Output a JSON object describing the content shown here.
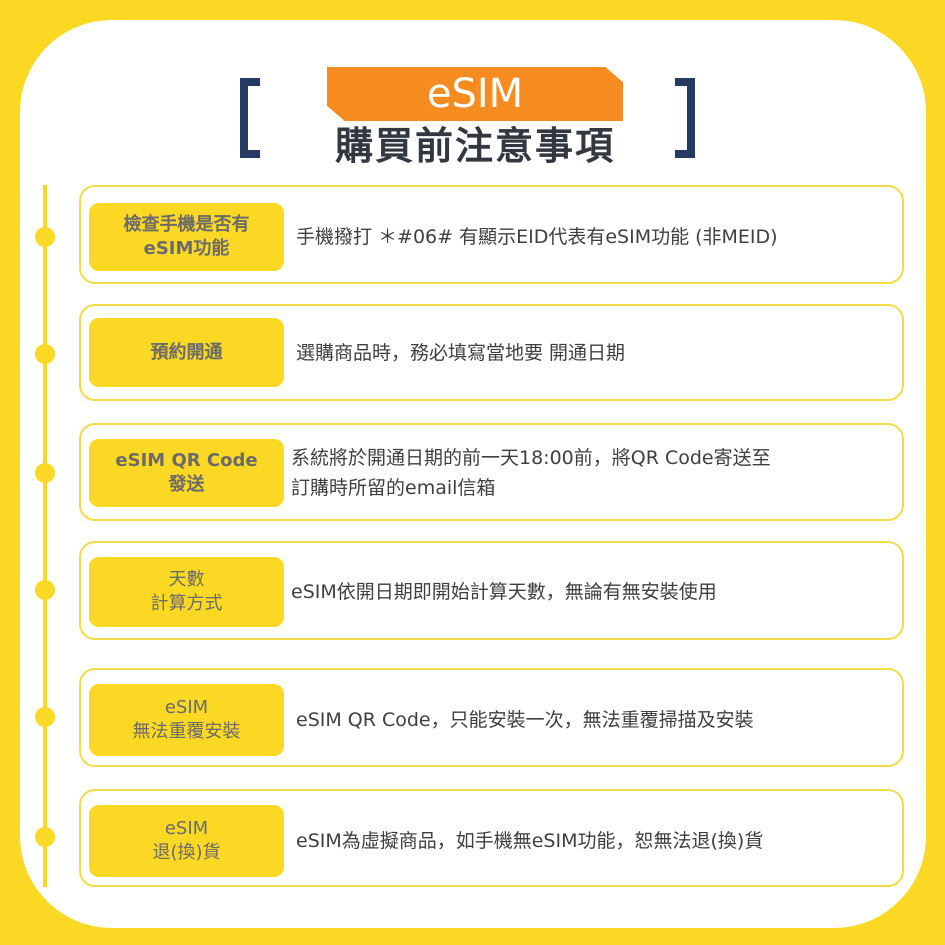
{
  "header": {
    "tag": "eSIM",
    "title": "購買前注意事項",
    "bracket_color": "#233A63",
    "tag_color": "#F68B1F"
  },
  "theme": {
    "background": "#FBD824",
    "card_border": "#F5DA4A",
    "label_bg": "#FBD824"
  },
  "items": [
    {
      "label_line1": "檢查手機是否有",
      "label_line2": "eSIM功能",
      "desc_line1": "手機撥打  ＊#06#  有顯示EID代表有eSIM功能 (非MEID)",
      "desc_line2": ""
    },
    {
      "label_line1": "預約開通",
      "label_line2": "",
      "desc_line1": "選購商品時，務必填寫當地要 開通日期",
      "desc_line2": ""
    },
    {
      "label_line1": "eSIM QR Code",
      "label_line2": "發送",
      "desc_line1": "系統將於開通日期的前一天18:00前，將QR Code寄送至",
      "desc_line2": "訂購時所留的email信箱"
    },
    {
      "label_line1": "天數",
      "label_line2": "計算方式",
      "desc_line1": "eSIM依開日期即開始計算天數，無論有無安裝使用",
      "desc_line2": ""
    },
    {
      "label_line1": "eSIM",
      "label_line2": "無法重覆安裝",
      "desc_line1": "eSIM QR Code，只能安裝一次，無法重覆掃描及安裝",
      "desc_line2": ""
    },
    {
      "label_line1": "eSIM",
      "label_line2": "退(換)貨",
      "desc_line1": "eSIM為虛擬商品，如手機無eSIM功能，恕無法退(換)貨",
      "desc_line2": ""
    }
  ]
}
